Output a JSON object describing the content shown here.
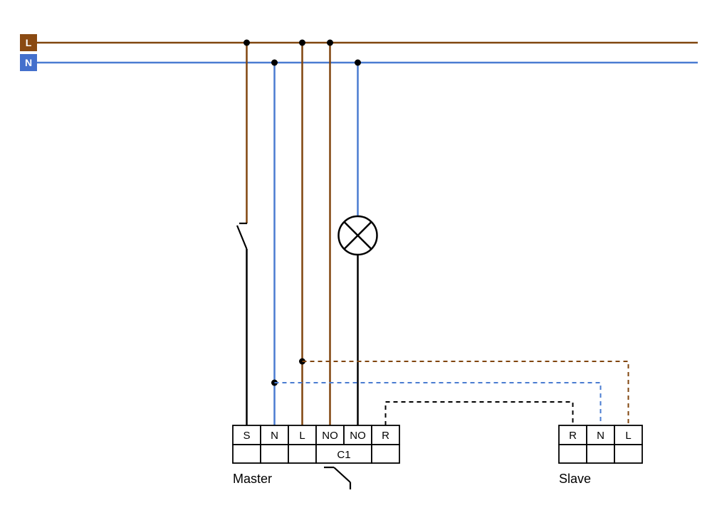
{
  "colors": {
    "brown": "#80450e",
    "blue": "#4a7cd1",
    "black": "#000000",
    "boxBrown": "#8a4a12",
    "boxBlue": "#4470cc",
    "background": "#ffffff"
  },
  "bus": {
    "l": "L",
    "n": "N"
  },
  "master": {
    "label": "Master",
    "terminals": [
      "S",
      "N",
      "L",
      "NO",
      "NO",
      "R"
    ],
    "channel": "C1"
  },
  "slave": {
    "label": "Slave",
    "terminals": [
      "R",
      "N",
      "L"
    ]
  }
}
